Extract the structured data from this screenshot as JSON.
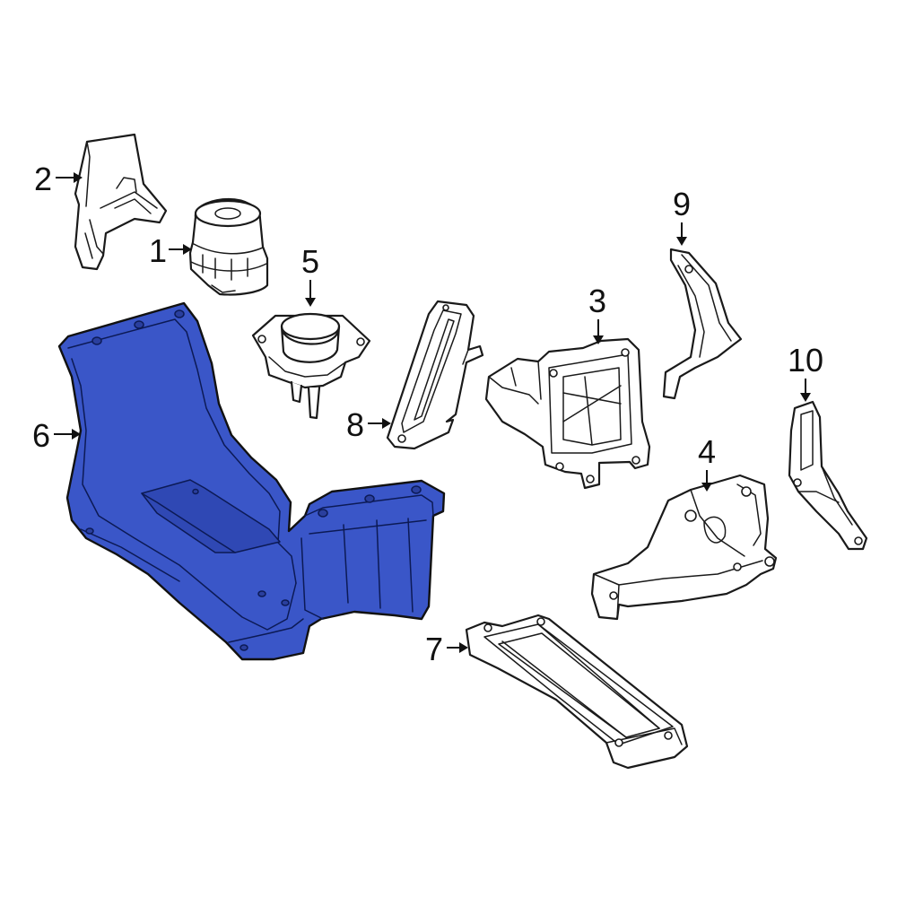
{
  "diagram": {
    "highlight_color": "#3a56c8",
    "highlighted_part": "6",
    "callouts": [
      {
        "id": "c1",
        "label": "1"
      },
      {
        "id": "c2",
        "label": "2"
      },
      {
        "id": "c3",
        "label": "3"
      },
      {
        "id": "c4",
        "label": "4"
      },
      {
        "id": "c5",
        "label": "5"
      },
      {
        "id": "c6",
        "label": "6"
      },
      {
        "id": "c7",
        "label": "7"
      },
      {
        "id": "c8",
        "label": "8"
      },
      {
        "id": "c9",
        "label": "9"
      },
      {
        "id": "c10",
        "label": "10"
      }
    ]
  }
}
